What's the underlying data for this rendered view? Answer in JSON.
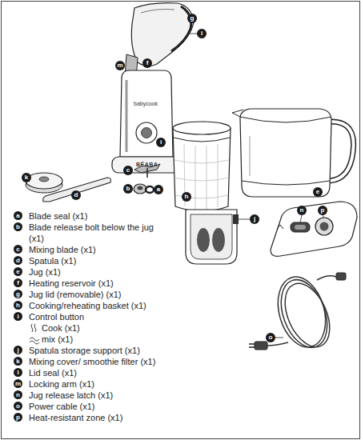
{
  "diagram": {
    "nodes": [
      {
        "text": [
          "g"
        ]
      },
      {
        "text": [
          "l"
        ]
      },
      {
        "text": [
          "m"
        ]
      },
      {
        "text": [
          "f"
        ]
      },
      {
        "text": [
          "i"
        ]
      },
      {
        "text": [
          "c"
        ]
      },
      {
        "text": [
          "k"
        ]
      },
      {
        "text": [
          "b"
        ]
      },
      {
        "text": [
          "a"
        ]
      },
      {
        "text": [
          "d"
        ]
      },
      {
        "text": [
          "e"
        ]
      },
      {
        "text": [
          "h"
        ]
      },
      {
        "text": [
          "n"
        ]
      },
      {
        "text": [
          "p"
        ]
      },
      {
        "text": [
          "j"
        ]
      },
      {
        "text": [
          "o"
        ]
      },
      {
        "text": [
          "a",
          "Blade seal (x1)"
        ]
      },
      {
        "text": [
          "b",
          "Blade release bolt below the jug (x1)"
        ]
      },
      {
        "text": [
          "c",
          "Mixing blade (x1)"
        ]
      },
      {
        "text": [
          "d",
          "Spatula (x1)"
        ]
      },
      {
        "text": [
          "e",
          "Jug (x1)"
        ]
      },
      {
        "text": [
          "f",
          "Heating reservoir (x1)"
        ]
      },
      {
        "text": [
          "g",
          "Jug lid (removable) (x1)"
        ]
      },
      {
        "text": [
          "h",
          "Cooking/reheating basket (x1)"
        ]
      },
      {
        "text": [
          "i",
          "Control button",
          "Cook (x1)",
          "mix (x1)"
        ]
      },
      {
        "text": [
          "j",
          "Spatula storage support (x1)"
        ]
      },
      {
        "text": [
          "k",
          "Mixing cover/ smoothie filter (x1)"
        ]
      },
      {
        "text": [
          "l",
          "Lid seal (x1)"
        ]
      },
      {
        "text": [
          "m",
          "Locking arm (x1)"
        ]
      },
      {
        "text": [
          "n",
          "Jug release latch (x1)"
        ]
      },
      {
        "text": [
          "o",
          "Power cable (x1)"
        ]
      },
      {
        "text": [
          "p",
          "Heat-resistant zone (x1)"
        ]
      }
    ],
    "labels": [
      "babycook",
      "BÉABA"
    ]
  }
}
